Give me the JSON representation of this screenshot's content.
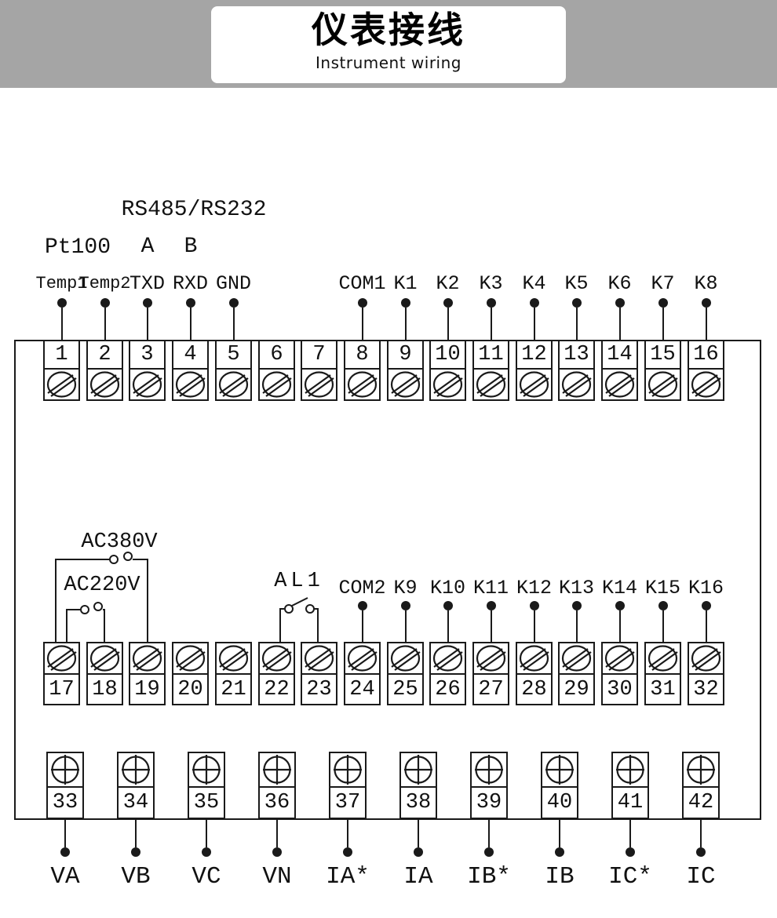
{
  "header": {
    "title": "仪表接线",
    "subtitle": "Instrument wiring"
  },
  "colors": {
    "header_bg": "#a5a5a5",
    "panel_bg": "#ffffff",
    "line": "#1a1a1a",
    "text": "#111111"
  },
  "annotations": {
    "rs485": "RS485/RS232",
    "pt100": "Pt100",
    "port_a": "A",
    "port_b": "B",
    "ac380": "AC380V",
    "ac220": "AC220V",
    "al1": "AL1"
  },
  "top_row": [
    {
      "num": "1",
      "label": "Temp1"
    },
    {
      "num": "2",
      "label": "Temp2"
    },
    {
      "num": "3",
      "label": "TXD"
    },
    {
      "num": "4",
      "label": "RXD"
    },
    {
      "num": "5",
      "label": "GND"
    },
    {
      "num": "6"
    },
    {
      "num": "7"
    },
    {
      "num": "8",
      "label": "COM1"
    },
    {
      "num": "9",
      "label": "K1"
    },
    {
      "num": "10",
      "label": "K2"
    },
    {
      "num": "11",
      "label": "K3"
    },
    {
      "num": "12",
      "label": "K4"
    },
    {
      "num": "13",
      "label": "K5"
    },
    {
      "num": "14",
      "label": "K6"
    },
    {
      "num": "15",
      "label": "K7"
    },
    {
      "num": "16",
      "label": "K8"
    }
  ],
  "middle_row": [
    {
      "num": "17"
    },
    {
      "num": "18"
    },
    {
      "num": "19"
    },
    {
      "num": "20"
    },
    {
      "num": "21"
    },
    {
      "num": "22"
    },
    {
      "num": "23"
    },
    {
      "num": "24",
      "label": "COM2"
    },
    {
      "num": "25",
      "label": "K9"
    },
    {
      "num": "26",
      "label": "K10"
    },
    {
      "num": "27",
      "label": "K11"
    },
    {
      "num": "28",
      "label": "K12"
    },
    {
      "num": "29",
      "label": "K13"
    },
    {
      "num": "30",
      "label": "K14"
    },
    {
      "num": "31",
      "label": "K15"
    },
    {
      "num": "32",
      "label": "K16"
    }
  ],
  "bottom_row": [
    {
      "num": "33",
      "label": "VA"
    },
    {
      "num": "34",
      "label": "VB"
    },
    {
      "num": "35",
      "label": "VC"
    },
    {
      "num": "36",
      "label": "VN"
    },
    {
      "num": "37",
      "label": "IA*"
    },
    {
      "num": "38",
      "label": "IA"
    },
    {
      "num": "39",
      "label": "IB*"
    },
    {
      "num": "40",
      "label": "IB"
    },
    {
      "num": "41",
      "label": "IC*"
    },
    {
      "num": "42",
      "label": "IC"
    }
  ]
}
